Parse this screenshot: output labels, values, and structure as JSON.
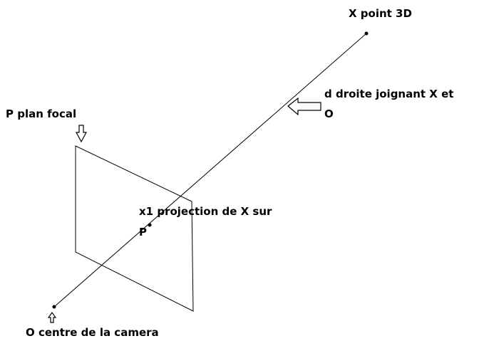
{
  "labels": {
    "point_x": "X point 3D",
    "line_d_1": "d droite joignant X et",
    "line_d_2": "O",
    "plane_p": "P plan focal",
    "projection_1": "x1 projection de X sur",
    "projection_2": "P",
    "center_o": "O centre de la camera"
  },
  "colors": {
    "stroke": "#000000",
    "background": "#ffffff"
  }
}
